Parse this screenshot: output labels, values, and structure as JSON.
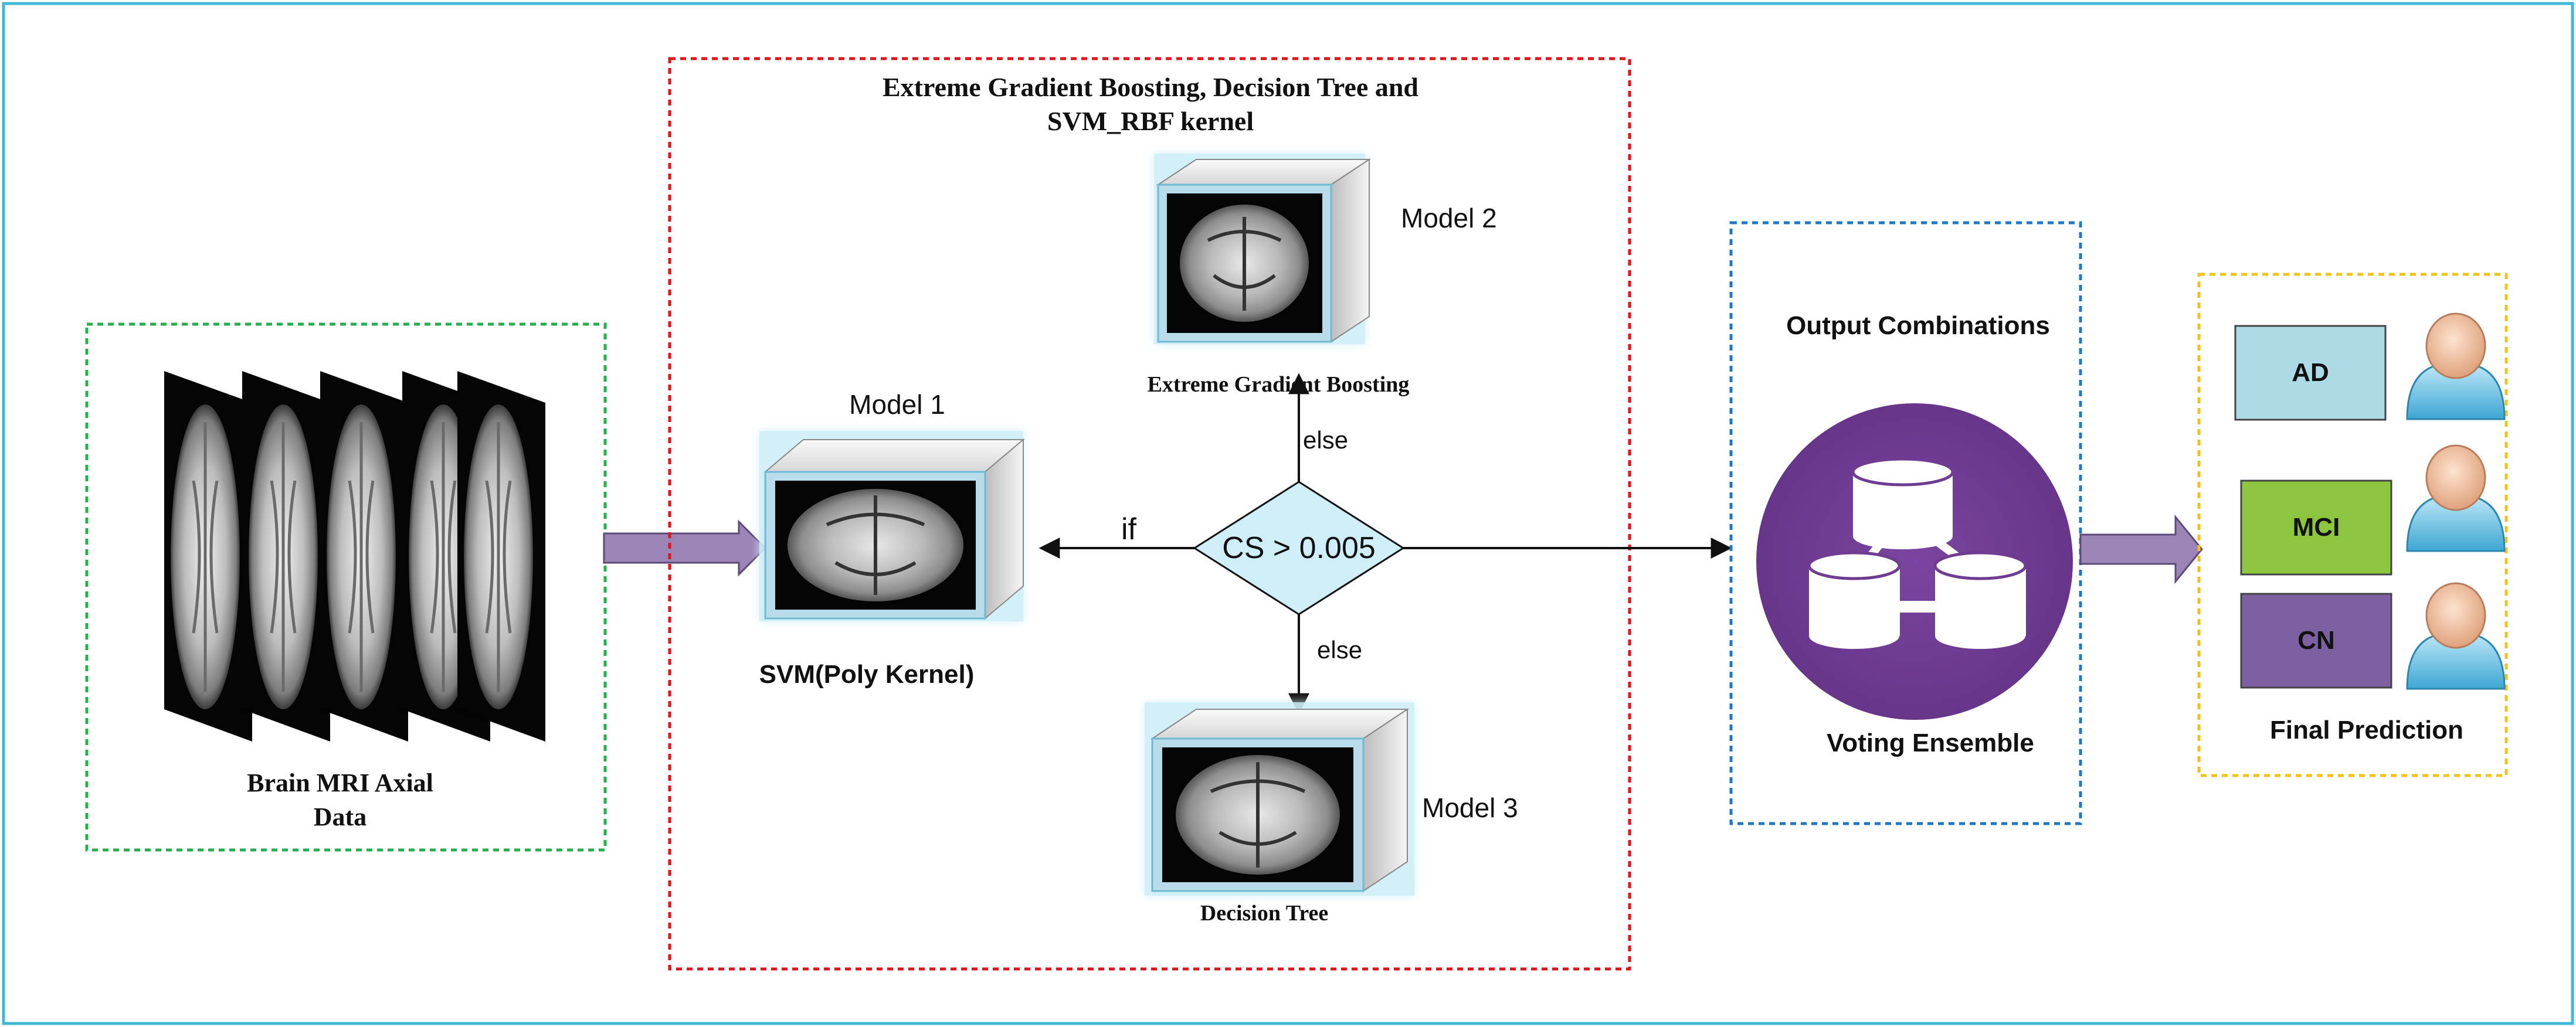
{
  "colors": {
    "outer_border": "#3fb8d8",
    "input_border": "#22b14c",
    "models_border": "#e0141b",
    "voting_border": "#1f78c6",
    "prediction_border": "#f2c218",
    "arrow_fill": "#9b84b6",
    "diamond_fill": "#cfeef8",
    "voting_circle": "#6f3c92",
    "ad_fill": "#acdbe6",
    "mci_fill": "#8cc63f",
    "cn_fill": "#7d60a0"
  },
  "input": {
    "label_line1": "Brain MRI Axial",
    "label_line2": "Data"
  },
  "models_box": {
    "title_line1": "Extreme Gradient Boosting, Decision Tree and",
    "title_line2": "SVM_RBF kernel",
    "model1": {
      "tag": "Model 1",
      "name": "SVM(Poly Kernel)"
    },
    "model2": {
      "tag": "Model 2",
      "name": "Extreme Gradient Boosting"
    },
    "model3": {
      "tag": "Model 3",
      "name": "Decision Tree"
    },
    "condition": "CS > 0.005",
    "if_label": "if",
    "else_top": "else",
    "else_bottom": "else"
  },
  "voting": {
    "title": "Output Combinations",
    "label": "Voting Ensemble",
    "icon": "database-network-icon"
  },
  "prediction": {
    "classes": [
      "AD",
      "MCI",
      "CN"
    ],
    "label": "Final Prediction",
    "icon": "user-icon"
  }
}
